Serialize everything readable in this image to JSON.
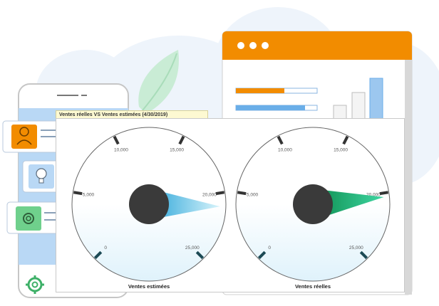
{
  "dashboard": {
    "title": "Ventes réelles VS Ventes estimées (4/30/2019)"
  },
  "gauges": [
    {
      "caption": "Ventes estimées",
      "value": 21000,
      "needle_color_start": "#2aa4d8",
      "needle_color_end": "#d8f4fb",
      "ticks": [
        {
          "value": 0,
          "label": "0"
        },
        {
          "value": 5000,
          "label": "5,000"
        },
        {
          "value": 10000,
          "label": "10,000"
        },
        {
          "value": 15000,
          "label": "15,000"
        },
        {
          "value": 20000,
          "label": "20,000"
        },
        {
          "value": 25000,
          "label": "25,000"
        }
      ]
    },
    {
      "caption": "Ventes réelles",
      "value": 20300,
      "needle_color_start": "#0b8a4c",
      "needle_color_end": "#3fd6a2",
      "ticks": [
        {
          "value": 0,
          "label": "0"
        },
        {
          "value": 5000,
          "label": "5,000"
        },
        {
          "value": 10000,
          "label": "10,000"
        },
        {
          "value": 15000,
          "label": "15,000"
        },
        {
          "value": 20000,
          "label": "20,000"
        },
        {
          "value": 25000,
          "label": "25,000"
        }
      ]
    }
  ],
  "colors": {
    "accent_orange": "#f28c00",
    "phone_blue": "#b9d8f5",
    "bar_blue": "#6aaee8",
    "icon_green": "#6fd08c",
    "dial_fill": "#dff2fb",
    "hub": "#3a3a3a",
    "tick_dark": "#333333",
    "tick_teal": "#1c4a55"
  },
  "icons": {
    "browser_window": "browser-window-icon",
    "phone": "phone-icon",
    "user": "user-icon",
    "lightbulb": "lightbulb-icon",
    "settings": "gear-icon",
    "leaf": "leaf-icon"
  }
}
